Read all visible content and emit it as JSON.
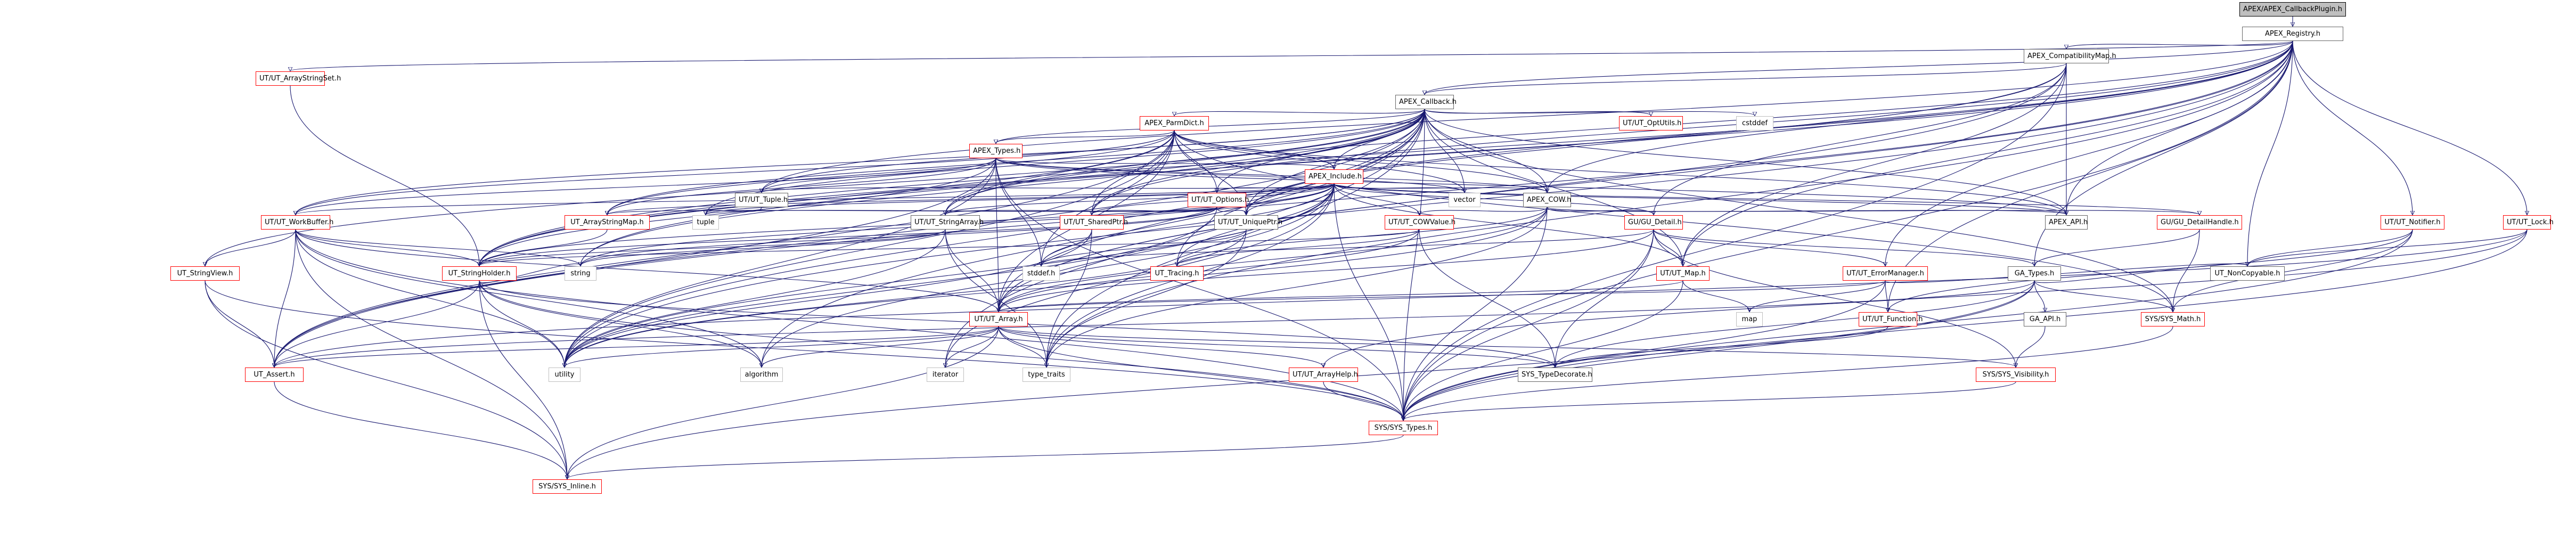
{
  "diagram": {
    "title": "APEX/APEX_CallbackPlugin.h",
    "nodes": [
      {
        "id": "root",
        "label": "APEX/APEX_CallbackPlugin.h",
        "style": "root"
      },
      {
        "id": "registry",
        "label": "APEX_Registry.h",
        "style": "normal"
      },
      {
        "id": "compatmap",
        "label": "APEX_CompatibilityMap.h",
        "style": "normal"
      },
      {
        "id": "arraystringset",
        "label": "UT/UT_ArrayStringSet.h",
        "style": "red"
      },
      {
        "id": "callback",
        "label": "APEX_Callback.h",
        "style": "normal"
      },
      {
        "id": "paramdict",
        "label": "APEX_ParmDict.h",
        "style": "red"
      },
      {
        "id": "optutils",
        "label": "UT/UT_OptUtils.h",
        "style": "red"
      },
      {
        "id": "cstddef",
        "label": "cstddef",
        "style": "plain"
      },
      {
        "id": "apextypes",
        "label": "APEX_Types.h",
        "style": "red"
      },
      {
        "id": "apexinclude",
        "label": "APEX_Include.h",
        "style": "red"
      },
      {
        "id": "uttuple",
        "label": "UT/UT_Tuple.h",
        "style": "normal"
      },
      {
        "id": "utoptions",
        "label": "UT/UT_Options.h",
        "style": "red"
      },
      {
        "id": "vector",
        "label": "vector",
        "style": "plain"
      },
      {
        "id": "apexcow",
        "label": "APEX_COW.h",
        "style": "normal"
      },
      {
        "id": "workbuffer",
        "label": "UT/UT_WorkBuffer.h",
        "style": "red"
      },
      {
        "id": "arraystringmap",
        "label": "UT_ArrayStringMap.h",
        "style": "red"
      },
      {
        "id": "tuple",
        "label": "tuple",
        "style": "plain"
      },
      {
        "id": "stringarray",
        "label": "UT/UT_StringArray.h",
        "style": "normal"
      },
      {
        "id": "sharedptr",
        "label": "UT/UT_SharedPtr.h",
        "style": "red"
      },
      {
        "id": "uniqueptr",
        "label": "UT/UT_UniquePtr.h",
        "style": "normal"
      },
      {
        "id": "cowvalue",
        "label": "UT/UT_COWValue.h",
        "style": "red"
      },
      {
        "id": "gudetail",
        "label": "GU/GU_Detail.h",
        "style": "red"
      },
      {
        "id": "apexapi",
        "label": "APEX_API.h",
        "style": "normal"
      },
      {
        "id": "detailhandle",
        "label": "GU/GU_DetailHandle.h",
        "style": "red"
      },
      {
        "id": "notifier",
        "label": "UT/UT_Notifier.h",
        "style": "red"
      },
      {
        "id": "utlock",
        "label": "UT/UT_Lock.h",
        "style": "red"
      },
      {
        "id": "stringview",
        "label": "UT_StringView.h",
        "style": "red"
      },
      {
        "id": "stringholder",
        "label": "UT_StringHolder.h",
        "style": "red"
      },
      {
        "id": "string",
        "label": "string",
        "style": "plain"
      },
      {
        "id": "stddef",
        "label": "stddef.h",
        "style": "plain"
      },
      {
        "id": "uttracing",
        "label": "UT_Tracing.h",
        "style": "red"
      },
      {
        "id": "utmap",
        "label": "UT/UT_Map.h",
        "style": "red"
      },
      {
        "id": "errmgr",
        "label": "UT/UT_ErrorManager.h",
        "style": "red"
      },
      {
        "id": "gatypes",
        "label": "GA_Types.h",
        "style": "normal"
      },
      {
        "id": "noncopyable",
        "label": "UT_NonCopyable.h",
        "style": "normal"
      },
      {
        "id": "utarray",
        "label": "UT/UT_Array.h",
        "style": "red"
      },
      {
        "id": "map",
        "label": "map",
        "style": "plain"
      },
      {
        "id": "utfunction",
        "label": "UT/UT_Function.h",
        "style": "red"
      },
      {
        "id": "gaapi",
        "label": "GA_API.h",
        "style": "normal"
      },
      {
        "id": "sysmath",
        "label": "SYS/SYS_Math.h",
        "style": "red"
      },
      {
        "id": "utassert",
        "label": "UT_Assert.h",
        "style": "red"
      },
      {
        "id": "utility",
        "label": "utility",
        "style": "plain"
      },
      {
        "id": "algorithm",
        "label": "algorithm",
        "style": "plain"
      },
      {
        "id": "iterator",
        "label": "iterator",
        "style": "plain"
      },
      {
        "id": "typetraits",
        "label": "type_traits",
        "style": "plain"
      },
      {
        "id": "arrayhelp",
        "label": "UT/UT_ArrayHelp.h",
        "style": "red"
      },
      {
        "id": "typedecorate",
        "label": "SYS_TypeDecorate.h",
        "style": "normal"
      },
      {
        "id": "visibility",
        "label": "SYS/SYS_Visibility.h",
        "style": "red"
      },
      {
        "id": "systypes",
        "label": "SYS/SYS_Types.h",
        "style": "red"
      },
      {
        "id": "sysinline",
        "label": "SYS/SYS_Inline.h",
        "style": "red"
      }
    ],
    "edges": [
      [
        "root",
        "registry"
      ],
      [
        "registry",
        "compatmap"
      ],
      [
        "registry",
        "arraystringset"
      ],
      [
        "registry",
        "callback"
      ],
      [
        "registry",
        "apexapi"
      ],
      [
        "registry",
        "apexcow"
      ],
      [
        "registry",
        "notifier"
      ],
      [
        "registry",
        "utlock"
      ],
      [
        "registry",
        "utmap"
      ],
      [
        "registry",
        "errmgr"
      ],
      [
        "registry",
        "gatypes"
      ],
      [
        "registry",
        "noncopyable"
      ],
      [
        "registry",
        "systypes"
      ],
      [
        "registry",
        "stringholder"
      ],
      [
        "registry",
        "utarray"
      ],
      [
        "registry",
        "utassert"
      ],
      [
        "registry",
        "utility"
      ],
      [
        "registry",
        "sharedptr"
      ],
      [
        "registry",
        "uniqueptr"
      ],
      [
        "registry",
        "stringarray"
      ],
      [
        "registry",
        "string"
      ],
      [
        "registry",
        "uttuple"
      ],
      [
        "registry",
        "utfunction"
      ],
      [
        "registry",
        "typetraits"
      ],
      [
        "compatmap",
        "callback"
      ],
      [
        "compatmap",
        "apexapi"
      ],
      [
        "compatmap",
        "uniqueptr"
      ],
      [
        "compatmap",
        "systypes"
      ],
      [
        "compatmap",
        "utarray"
      ],
      [
        "compatmap",
        "stringholder"
      ],
      [
        "compatmap",
        "utmap"
      ],
      [
        "compatmap",
        "gudetail"
      ],
      [
        "arraystringset",
        "stringholder"
      ],
      [
        "callback",
        "paramdict"
      ],
      [
        "callback",
        "optutils"
      ],
      [
        "callback",
        "cstddef"
      ],
      [
        "callback",
        "apextypes"
      ],
      [
        "callback",
        "apexinclude"
      ],
      [
        "callback",
        "utoptions"
      ],
      [
        "callback",
        "uttuple"
      ],
      [
        "callback",
        "apexcow"
      ],
      [
        "callback",
        "workbuffer"
      ],
      [
        "callback",
        "arraystringmap"
      ],
      [
        "callback",
        "stringarray"
      ],
      [
        "callback",
        "sharedptr"
      ],
      [
        "callback",
        "uniqueptr"
      ],
      [
        "callback",
        "apexapi"
      ],
      [
        "callback",
        "stringholder"
      ],
      [
        "callback",
        "utarray"
      ],
      [
        "callback",
        "utassert"
      ],
      [
        "callback",
        "stringview"
      ],
      [
        "callback",
        "uttracing"
      ],
      [
        "callback",
        "systypes"
      ],
      [
        "callback",
        "algorithm"
      ],
      [
        "callback",
        "utility"
      ],
      [
        "callback",
        "tuple"
      ],
      [
        "callback",
        "typetraits"
      ],
      [
        "callback",
        "iterator"
      ],
      [
        "callback",
        "string"
      ],
      [
        "callback",
        "utmap"
      ],
      [
        "callback",
        "sysmath"
      ],
      [
        "callback",
        "vector"
      ],
      [
        "paramdict",
        "apextypes"
      ],
      [
        "paramdict",
        "apexinclude"
      ],
      [
        "paramdict",
        "utoptions"
      ],
      [
        "paramdict",
        "apexapi"
      ],
      [
        "paramdict",
        "arraystringmap"
      ],
      [
        "paramdict",
        "stringholder"
      ],
      [
        "paramdict",
        "utarray"
      ],
      [
        "paramdict",
        "utassert"
      ],
      [
        "paramdict",
        "uniqueptr"
      ],
      [
        "paramdict",
        "sharedptr"
      ],
      [
        "paramdict",
        "stringarray"
      ],
      [
        "paramdict",
        "workbuffer"
      ],
      [
        "paramdict",
        "sysmath"
      ],
      [
        "paramdict",
        "utility"
      ],
      [
        "paramdict",
        "stddef"
      ],
      [
        "paramdict",
        "vector"
      ],
      [
        "paramdict",
        "apexcow"
      ],
      [
        "apextypes",
        "apexinclude"
      ],
      [
        "apextypes",
        "apexapi"
      ],
      [
        "apextypes",
        "arraystringmap"
      ],
      [
        "apextypes",
        "stringholder"
      ],
      [
        "apextypes",
        "utarray"
      ],
      [
        "apextypes",
        "utility"
      ],
      [
        "apextypes",
        "stddef"
      ],
      [
        "apextypes",
        "vector"
      ],
      [
        "apextypes",
        "apexcow"
      ],
      [
        "apextypes",
        "workbuffer"
      ],
      [
        "apextypes",
        "utassert"
      ],
      [
        "apextypes",
        "systypes"
      ],
      [
        "apextypes",
        "uttuple"
      ],
      [
        "apexinclude",
        "uttuple"
      ],
      [
        "apexinclude",
        "utoptions"
      ],
      [
        "apexinclude",
        "vector"
      ],
      [
        "apexinclude",
        "apexcow"
      ],
      [
        "apexinclude",
        "workbuffer"
      ],
      [
        "apexinclude",
        "arraystringmap"
      ],
      [
        "apexinclude",
        "tuple"
      ],
      [
        "apexinclude",
        "stringarray"
      ],
      [
        "apexinclude",
        "sharedptr"
      ],
      [
        "apexinclude",
        "uniqueptr"
      ],
      [
        "apexinclude",
        "cowvalue"
      ],
      [
        "apexinclude",
        "gudetail"
      ],
      [
        "apexinclude",
        "apexapi"
      ],
      [
        "apexinclude",
        "detailhandle"
      ],
      [
        "apexinclude",
        "stringholder"
      ],
      [
        "apexinclude",
        "string"
      ],
      [
        "apexinclude",
        "stddef"
      ],
      [
        "apexinclude",
        "uttracing"
      ],
      [
        "apexinclude",
        "utmap"
      ],
      [
        "apexinclude",
        "utarray"
      ],
      [
        "apexinclude",
        "utility"
      ],
      [
        "apexinclude",
        "algorithm"
      ],
      [
        "apexinclude",
        "iterator"
      ],
      [
        "apexinclude",
        "typetraits"
      ],
      [
        "apexinclude",
        "systypes"
      ],
      [
        "uttuple",
        "tuple"
      ],
      [
        "utoptions",
        "stringholder"
      ],
      [
        "utoptions",
        "stringarray"
      ],
      [
        "utoptions",
        "uniqueptr"
      ],
      [
        "utoptions",
        "sharedptr"
      ],
      [
        "utoptions",
        "string"
      ],
      [
        "utoptions",
        "utility"
      ],
      [
        "utoptions",
        "tuple"
      ],
      [
        "utoptions",
        "arraystringmap"
      ],
      [
        "apexcow",
        "cowvalue"
      ],
      [
        "apexcow",
        "gudetail"
      ],
      [
        "apexcow",
        "apexapi"
      ],
      [
        "apexcow",
        "detailhandle"
      ],
      [
        "apexcow",
        "utarray"
      ],
      [
        "apexcow",
        "systypes"
      ],
      [
        "apexcow",
        "uttracing"
      ],
      [
        "apexcow",
        "utility"
      ],
      [
        "apexcow",
        "typetraits"
      ],
      [
        "workbuffer",
        "stringholder"
      ],
      [
        "workbuffer",
        "stringview"
      ],
      [
        "workbuffer",
        "utarray"
      ],
      [
        "workbuffer",
        "utassert"
      ],
      [
        "workbuffer",
        "string"
      ],
      [
        "workbuffer",
        "systypes"
      ],
      [
        "workbuffer",
        "utility"
      ],
      [
        "workbuffer",
        "sysinline"
      ],
      [
        "workbuffer",
        "algorithm"
      ],
      [
        "arraystringmap",
        "stringholder"
      ],
      [
        "stringarray",
        "stringholder"
      ],
      [
        "stringarray",
        "utarray"
      ],
      [
        "stringarray",
        "string"
      ],
      [
        "stringarray",
        "typetraits"
      ],
      [
        "stringarray",
        "utility"
      ],
      [
        "sharedptr",
        "stddef"
      ],
      [
        "sharedptr",
        "typetraits"
      ],
      [
        "sharedptr",
        "utility"
      ],
      [
        "uniqueptr",
        "stddef"
      ],
      [
        "uniqueptr",
        "typetraits"
      ],
      [
        "uniqueptr",
        "utility"
      ],
      [
        "cowvalue",
        "utarray"
      ],
      [
        "cowvalue",
        "uttracing"
      ],
      [
        "cowvalue",
        "typedecorate"
      ],
      [
        "cowvalue",
        "stringholder"
      ],
      [
        "gudetail",
        "utmap"
      ],
      [
        "gudetail",
        "gatypes"
      ],
      [
        "gudetail",
        "errmgr"
      ],
      [
        "gudetail",
        "utarray"
      ],
      [
        "gudetail",
        "systypes"
      ],
      [
        "gudetail",
        "typedecorate"
      ],
      [
        "gudetail",
        "stddef"
      ],
      [
        "gudetail",
        "visibility"
      ],
      [
        "detailhandle",
        "gatypes"
      ],
      [
        "detailhandle",
        "sysmath"
      ],
      [
        "notifier",
        "noncopyable"
      ],
      [
        "notifier",
        "systypes"
      ],
      [
        "notifier",
        "utfunction"
      ],
      [
        "notifier",
        "sysmath"
      ],
      [
        "utlock",
        "noncopyable"
      ],
      [
        "utlock",
        "systypes"
      ],
      [
        "utlock",
        "utassert"
      ],
      [
        "utlock",
        "arrayhelp"
      ],
      [
        "stringview",
        "utassert"
      ],
      [
        "stringview",
        "systypes"
      ],
      [
        "stringview",
        "sysinline"
      ],
      [
        "stringholder",
        "utassert"
      ],
      [
        "stringholder",
        "string"
      ],
      [
        "stringholder",
        "utility"
      ],
      [
        "stringholder",
        "systypes"
      ],
      [
        "stringholder",
        "sysinline"
      ],
      [
        "stringholder",
        "algorithm"
      ],
      [
        "stringholder",
        "typedecorate"
      ],
      [
        "utmap",
        "utarray"
      ],
      [
        "utmap",
        "map"
      ],
      [
        "utmap",
        "systypes"
      ],
      [
        "errmgr",
        "utfunction"
      ],
      [
        "errmgr",
        "systypes"
      ],
      [
        "errmgr",
        "utarray"
      ],
      [
        "errmgr",
        "noncopyable"
      ],
      [
        "errmgr",
        "map"
      ],
      [
        "gatypes",
        "gaapi"
      ],
      [
        "gatypes",
        "sysmath"
      ],
      [
        "gatypes",
        "systypes"
      ],
      [
        "gatypes",
        "noncopyable"
      ],
      [
        "gatypes",
        "typedecorate"
      ],
      [
        "gatypes",
        "utassert"
      ],
      [
        "gatypes",
        "sysinline"
      ],
      [
        "utarray",
        "utassert"
      ],
      [
        "utarray",
        "utility"
      ],
      [
        "utarray",
        "algorithm"
      ],
      [
        "utarray",
        "iterator"
      ],
      [
        "utarray",
        "typetraits"
      ],
      [
        "utarray",
        "arrayhelp"
      ],
      [
        "utarray",
        "typedecorate"
      ],
      [
        "utarray",
        "visibility"
      ],
      [
        "utarray",
        "systypes"
      ],
      [
        "utarray",
        "sysinline"
      ],
      [
        "utfunction",
        "typedecorate"
      ],
      [
        "gaapi",
        "visibility"
      ],
      [
        "sysmath",
        "systypes"
      ],
      [
        "utassert",
        "sysinline"
      ],
      [
        "arrayhelp",
        "systypes"
      ],
      [
        "visibility",
        "systypes"
      ],
      [
        "systypes",
        "sysinline"
      ]
    ]
  }
}
